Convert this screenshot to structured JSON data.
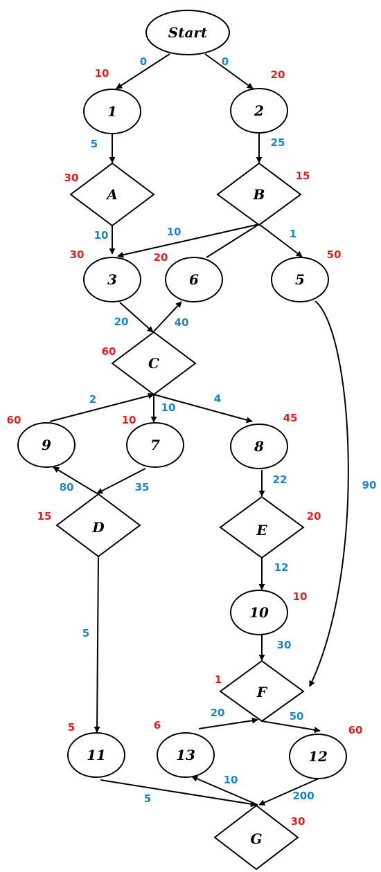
{
  "colors": {
    "edge_weight": "#1a86c8",
    "node_weight": "#e02020",
    "stroke": "#000000"
  },
  "nodes": {
    "start": {
      "label": "Start"
    },
    "n1": {
      "label": "1",
      "weight": "10"
    },
    "n2": {
      "label": "2",
      "weight": "20"
    },
    "A": {
      "label": "A",
      "weight": "30"
    },
    "B": {
      "label": "B",
      "weight": "15"
    },
    "n3": {
      "label": "3",
      "weight": "30"
    },
    "n6": {
      "label": "6",
      "weight": "20"
    },
    "n5": {
      "label": "5",
      "weight": "50"
    },
    "C": {
      "label": "C",
      "weight": "60"
    },
    "n9": {
      "label": "9",
      "weight": "60"
    },
    "n7": {
      "label": "7",
      "weight": "10"
    },
    "n8": {
      "label": "8",
      "weight": "45"
    },
    "D": {
      "label": "D",
      "weight": "15"
    },
    "E": {
      "label": "E",
      "weight": "20"
    },
    "n10": {
      "label": "10",
      "weight": "10"
    },
    "F": {
      "label": "F",
      "weight": "1"
    },
    "n11": {
      "label": "11",
      "weight": "5"
    },
    "n13": {
      "label": "13",
      "weight": "6"
    },
    "n12": {
      "label": "12",
      "weight": "60"
    },
    "G": {
      "label": "G",
      "weight": "30"
    }
  },
  "edges": {
    "start_1": "0",
    "start_2": "0",
    "1_A": "5",
    "2_B": "25",
    "A_3": "10",
    "B_3": "10",
    "B_5": "1",
    "3_C": "20",
    "C_6": "40",
    "9_C": "2",
    "C_7": "10",
    "C_8": "4",
    "D_9": "80",
    "7_D": "35",
    "8_E": "22",
    "E_10": "12",
    "10_F": "30",
    "5_F": "90",
    "D_11": "5",
    "13_F": "20",
    "F_12": "50",
    "G_13": "10",
    "12_G": "200",
    "11_G": "5"
  }
}
